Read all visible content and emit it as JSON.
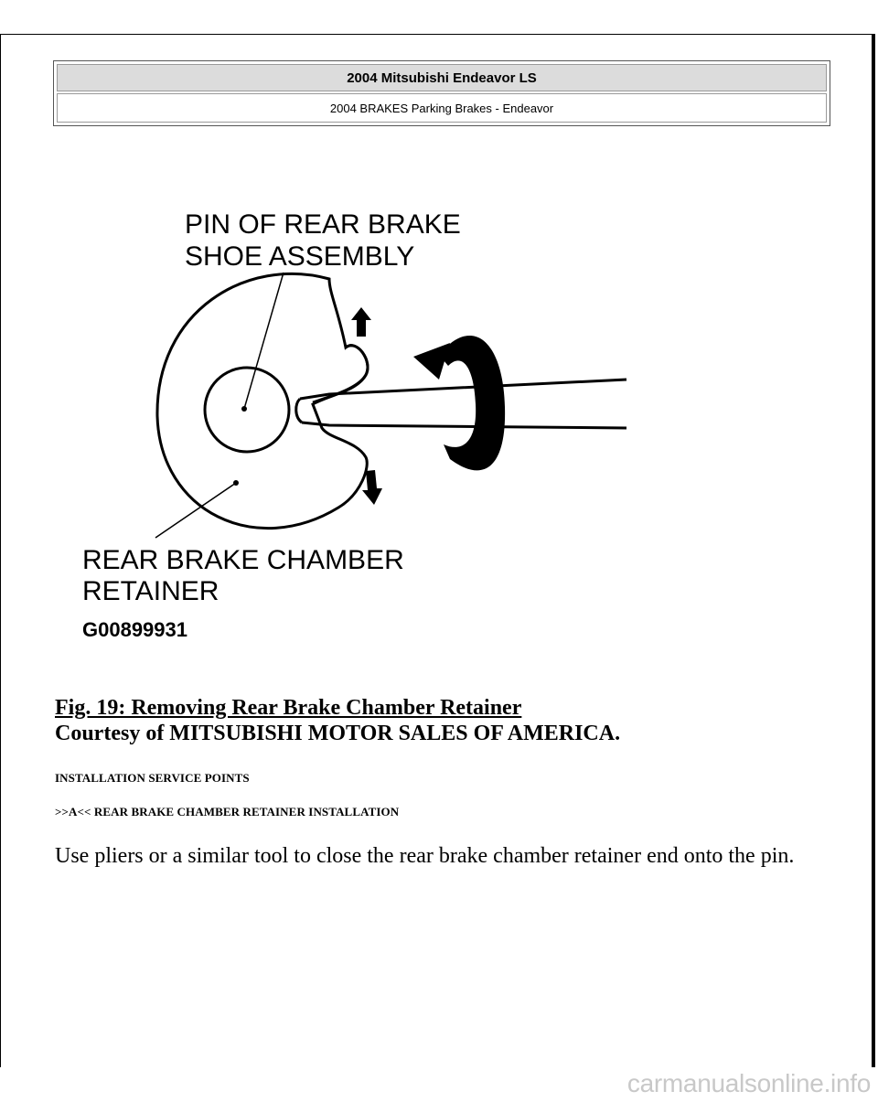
{
  "header": {
    "title": "2004 Mitsubishi Endeavor LS",
    "subtitle": "2004 BRAKES Parking Brakes - Endeavor"
  },
  "figure": {
    "label_pin_line1": "PIN OF REAR BRAKE",
    "label_pin_line2": "SHOE ASSEMBLY",
    "label_retainer_line1": "REAR BRAKE CHAMBER",
    "label_retainer_line2": "RETAINER",
    "code": "G00899931"
  },
  "caption": {
    "title": "Fig. 19: Removing Rear Brake Chamber Retainer",
    "courtesy": "Courtesy of MITSUBISHI MOTOR SALES OF AMERICA."
  },
  "sections": {
    "service_points": "INSTALLATION SERVICE POINTS",
    "retainer_installation": ">>A<< REAR BRAKE CHAMBER RETAINER INSTALLATION"
  },
  "body": {
    "instruction": "Use pliers or a similar tool to close the rear brake chamber retainer end onto the pin."
  },
  "footer": {
    "watermark": "carmanualsonline.info"
  }
}
